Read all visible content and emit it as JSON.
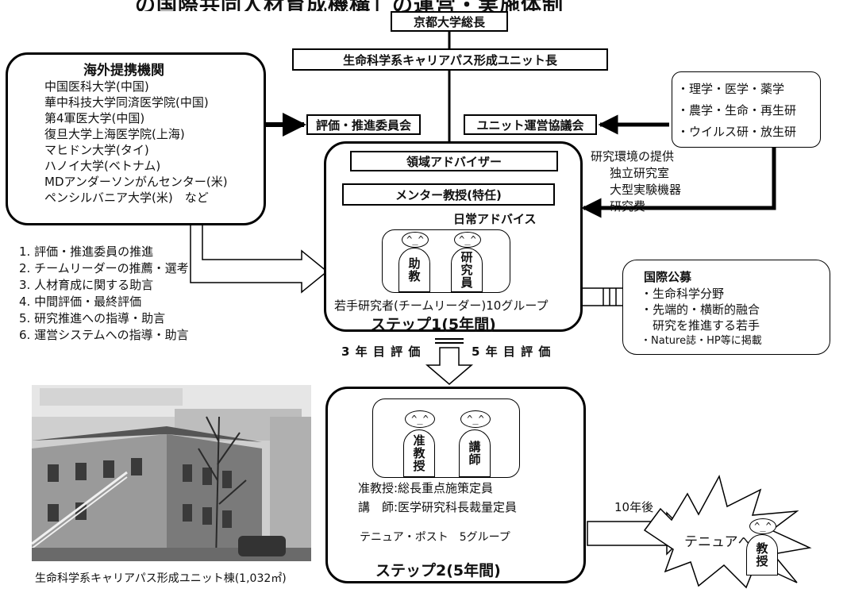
{
  "title": "の国際共同人材育成機構」の運営・実施体制",
  "president": "京都大学総長",
  "unit_head": "生命科学系キャリアパス形成ユニット長",
  "evaluation_committee": "評価・推進委員会",
  "unit_council": "ユニット運営協議会",
  "overseas": {
    "heading": "海外提携機関",
    "items": [
      "中国医科大学(中国)",
      "華中科技大学同済医学院(中国)",
      "第4軍医大学(中国)",
      "復旦大学上海医学院(上海)",
      "マヒドン大学(タイ)",
      "ハノイ大学(ベトナム)",
      "MDアンダーソンがんセンター(米)",
      "ペンシルバニア大学(米)　など"
    ]
  },
  "departments": [
    "・理学・医学・薬学",
    "・農学・生命・再生研",
    "・ウイルス研・放生研"
  ],
  "environment": {
    "heading": "研究環境の提供",
    "items": [
      "独立研究室",
      "大型実験機器",
      "研究費"
    ]
  },
  "domain_advisor": "領域アドバイザー",
  "mentor": "メンター教授(特任)",
  "daily_advice": "日常アドバイス",
  "step1": {
    "person1": "助教",
    "person2": "研究員",
    "group_text": "若手研究者(チームリーダー)10グループ",
    "label": "ステップ1(5年間)"
  },
  "advice_list": [
    "1. 評価・推進委員の推進",
    "2. チームリーダーの推薦・選考",
    "3. 人材育成に関する助言",
    "4. 中間評価・最終評価",
    "5. 研究推進への指導・助言",
    "6. 運営システムへの指導・助言"
  ],
  "recruitment": {
    "heading": "国際公募",
    "items": [
      "・生命科学分野",
      "・先端的・横断的融合",
      "　研究を推進する若手",
      "・Nature誌・HP等に掲載"
    ]
  },
  "eval3": "3 年 目 評 価",
  "eval5": "5 年 目 評 価",
  "step2": {
    "person1": "准教授",
    "person2": "講師",
    "line1": "准教授:総長重点施策定員",
    "line2": "講　師:医学研究科長裁量定員",
    "tenure_post": "テニュア・ポスト　5グループ",
    "label": "ステップ2(5年間)"
  },
  "ten_years": "10年後",
  "to_tenure": "テニュアへ",
  "professor": "教授",
  "face_glyph": "^_^",
  "photo_caption": "生命科学系キャリアパス形成ユニット棟(1,032㎡)"
}
